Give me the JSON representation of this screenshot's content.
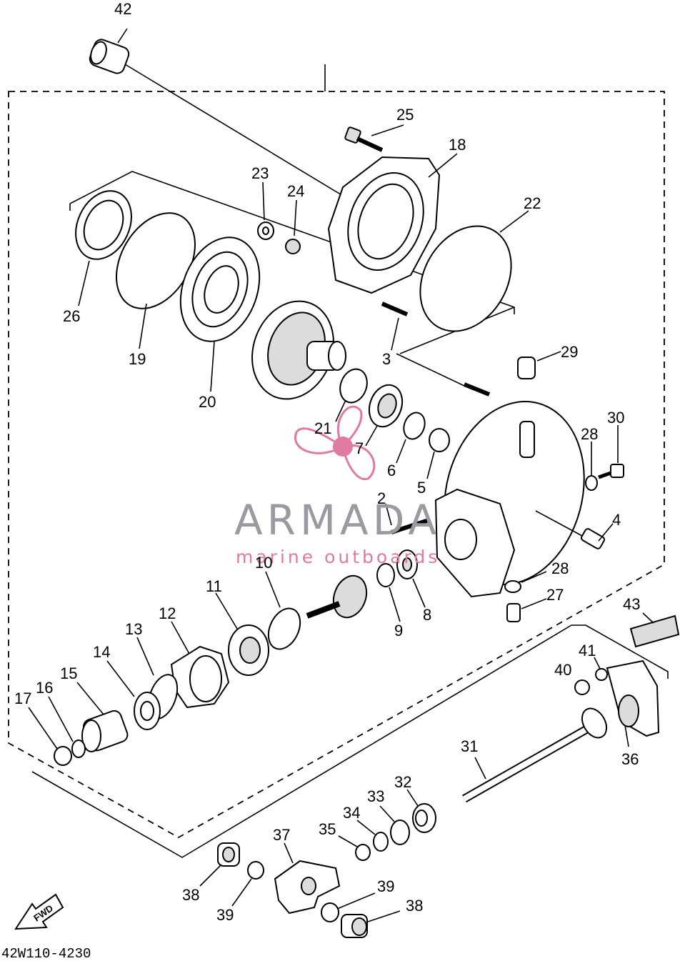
{
  "diagram": {
    "code": "42W110-4230",
    "fwd_label": "FWD",
    "watermark": {
      "brand": "ARMADA",
      "tagline": "marine outboards",
      "accent": "#e07aa0",
      "brand_color": "#9a9aa0"
    },
    "labels": {
      "p2": "2",
      "p3": "3",
      "p4": "4",
      "p5": "5",
      "p6": "6",
      "p7": "7",
      "p8": "8",
      "p9": "9",
      "p10": "10",
      "p11": "11",
      "p12": "12",
      "p13": "13",
      "p14": "14",
      "p15": "15",
      "p16": "16",
      "p17": "17",
      "p18": "18",
      "p19": "19",
      "p20": "20",
      "p21": "21",
      "p22": "22",
      "p23": "23",
      "p24": "24",
      "p25": "25",
      "p26": "26",
      "p27": "27",
      "p28a": "28",
      "p28b": "28",
      "p29": "29",
      "p30": "30",
      "p31": "31",
      "p32": "32",
      "p33": "33",
      "p34": "34",
      "p35": "35",
      "p36": "36",
      "p37": "37",
      "p38a": "38",
      "p38b": "38",
      "p39a": "39",
      "p39b": "39",
      "p40": "40",
      "p41": "41",
      "p42": "42",
      "p43": "43"
    }
  }
}
